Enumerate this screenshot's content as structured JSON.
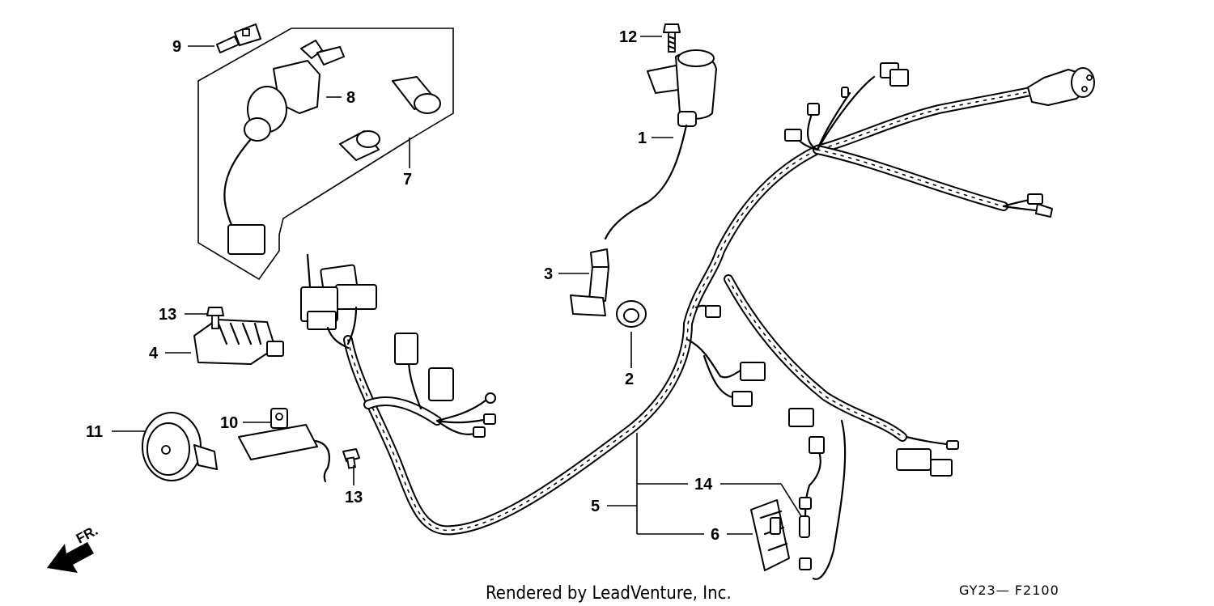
{
  "callouts": {
    "c1": "1",
    "c2": "2",
    "c3": "3",
    "c4": "4",
    "c5": "5",
    "c6": "6",
    "c7": "7",
    "c8": "8",
    "c9": "9",
    "c10": "10",
    "c11": "11",
    "c12": "12",
    "c13a": "13",
    "c13b": "13",
    "c14": "14"
  },
  "direction_label": "FR.",
  "footer": {
    "credit": "Rendered by LeadVenture, Inc.",
    "code": "GY23— F2100"
  }
}
